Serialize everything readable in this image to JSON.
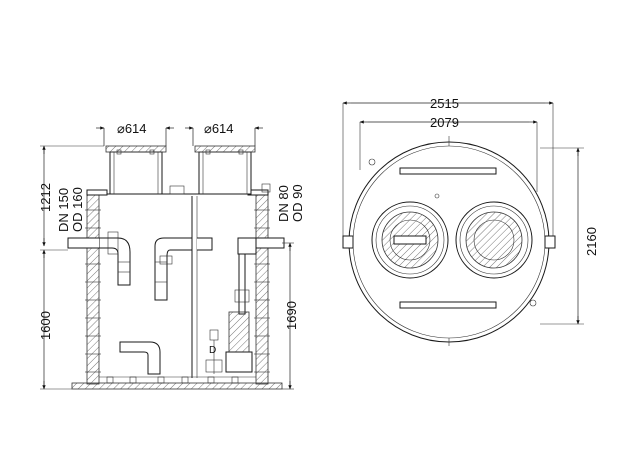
{
  "labels": {
    "dia1": "⌀614",
    "dia2": "⌀614",
    "h1212": "1212",
    "h1600": "1600",
    "h1690": "1690",
    "inlet_dn": "DN 150",
    "inlet_od": "OD 160",
    "outlet_dn": "DN 80",
    "outlet_od": "OD 90",
    "w2515": "2515",
    "w2079": "2079",
    "h2160": "2160",
    "marker": "D"
  }
}
